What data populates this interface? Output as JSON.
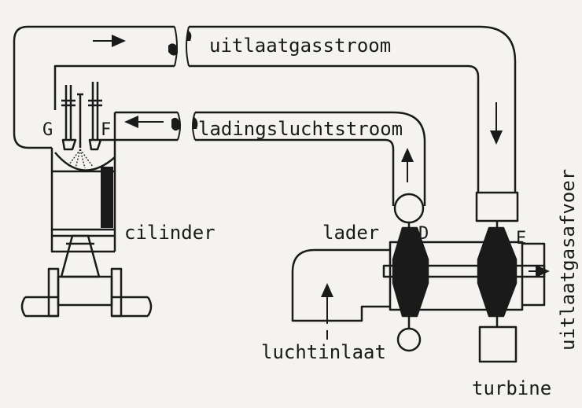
{
  "labels": {
    "exhaust_flow": "uitlaatgasstroom",
    "charge_air_flow": "ladingsluchtstroom",
    "cylinder": "cilinder",
    "charger": "lader",
    "air_inlet": "luchtinlaat",
    "turbine": "turbine",
    "exhaust_outlet": "uitlaatgasafvoer",
    "letter_g": "G",
    "letter_f": "F",
    "letter_d": "D",
    "letter_e": "E"
  },
  "colors": {
    "ink": "#1a1a1a",
    "paper": "#f4f3ef"
  }
}
